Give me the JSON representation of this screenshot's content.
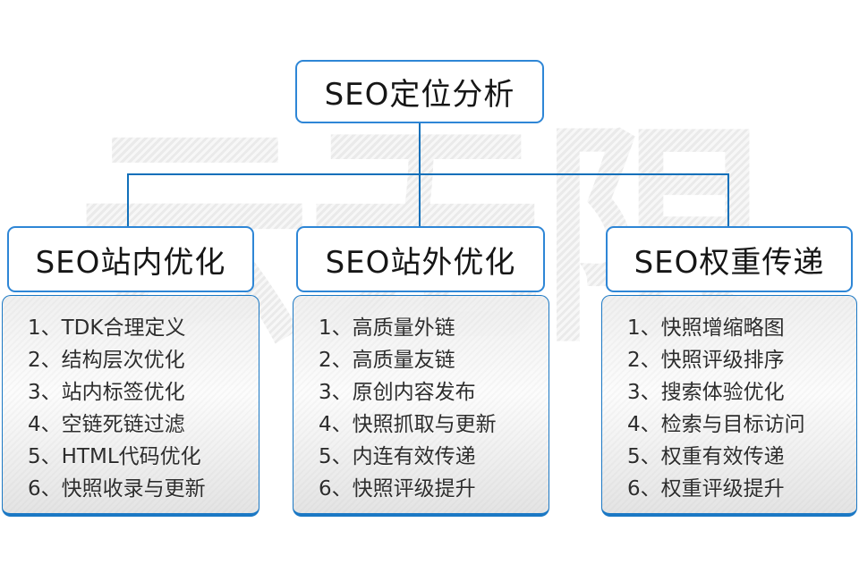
{
  "watermark": "云无限",
  "root": {
    "title": "SEO定位分析"
  },
  "branches": [
    {
      "title": "SEO站内优化",
      "items": [
        "1、TDK合理定义",
        "2、结构层次优化",
        "3、站内标签优化",
        "4、空链死链过滤",
        "5、HTML代码优化",
        "6、快照收录与更新"
      ]
    },
    {
      "title": "SEO站外优化",
      "items": [
        "1、高质量外链",
        "2、高质量友链",
        "3、原创内容发布",
        "4、快照抓取与更新",
        "5、内连有效传递",
        "6、快照评级提升"
      ]
    },
    {
      "title": "SEO权重传递",
      "items": [
        "1、快照增缩略图",
        "2、快照评级排序",
        "3、搜索体验优化",
        "4、检索与目标访问",
        "5、权重有效传递",
        "6、权重评级提升"
      ]
    }
  ],
  "colors": {
    "connector_line": "#1170ba",
    "node_border": "#2e86d6",
    "panel_border": "#1b78c4",
    "watermark_gray": "#ececec"
  }
}
